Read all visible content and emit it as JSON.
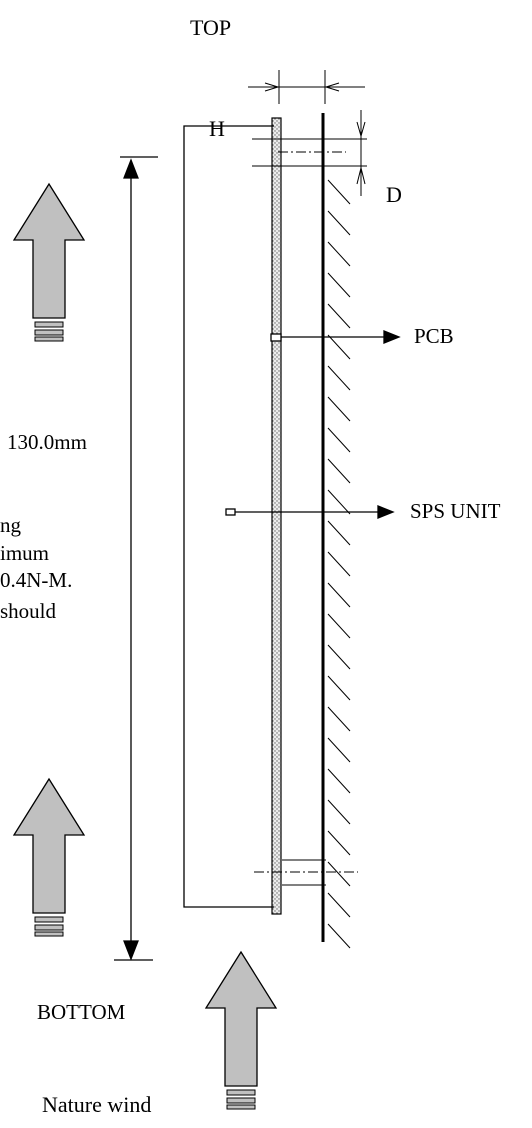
{
  "labels": {
    "top": "TOP",
    "h_label": "H",
    "d_label": "D",
    "pcb": "PCB",
    "dimension": "130.0mm",
    "sps_unit": "SPS UNIT",
    "bottom": "BOTTOM",
    "nature_wind": "Nature wind"
  },
  "note_fragments": [
    "ng",
    "imum",
    "0.4N-M.",
    "should"
  ],
  "icons": {
    "wind_arrow": "up-arrow-icon",
    "wall": "hatched-wall"
  },
  "colors": {
    "line": "#000000",
    "arrow_fill": "#c0c0c0",
    "arrow_stroke": "#000000",
    "pcb_fill": "#e6e6e6"
  }
}
